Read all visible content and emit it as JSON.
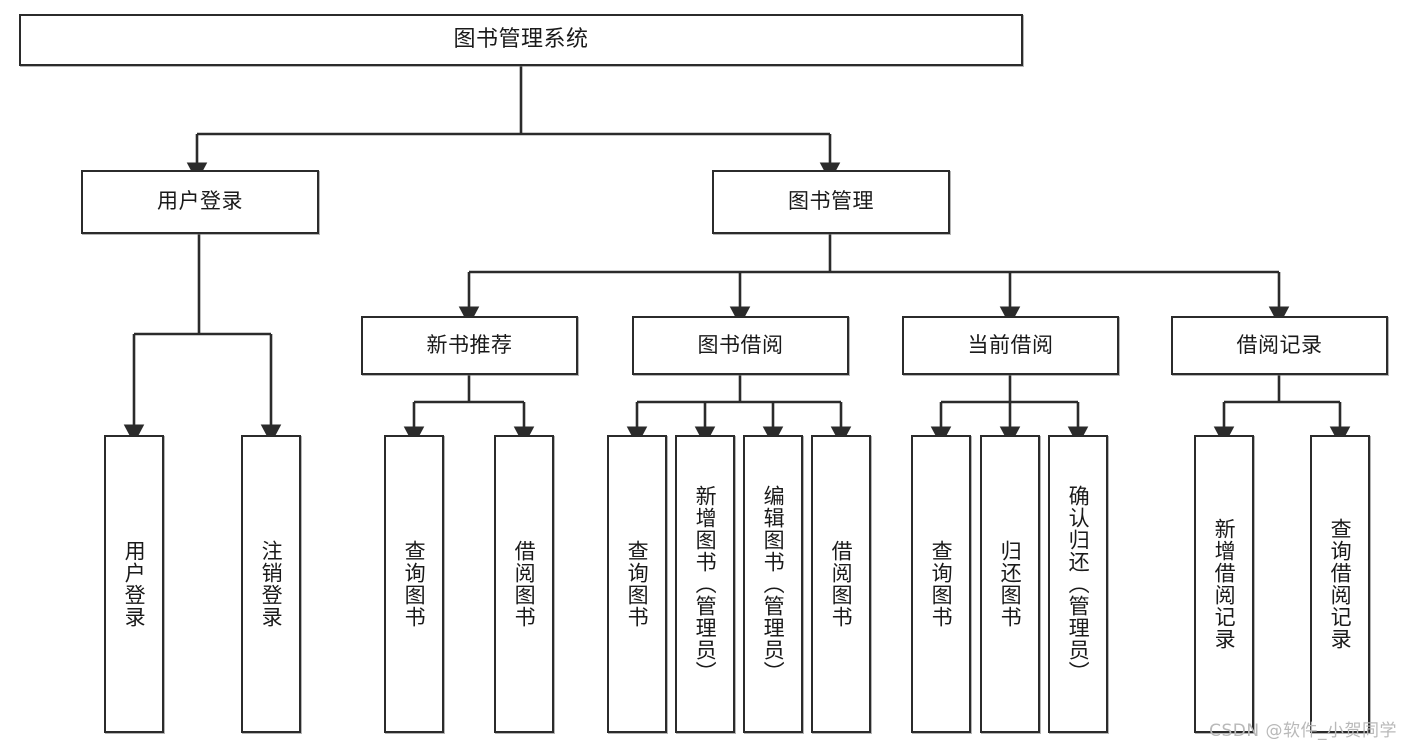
{
  "diagram": {
    "title": "图书管理系统",
    "type": "tree-hierarchy-diagram",
    "watermark": "CSDN @软件_小贺同学",
    "colors": {
      "background": "#ffffff",
      "box_border": "#2b2b2b",
      "box_fill": "#ffffff",
      "connector": "#2b2b2b",
      "text": "#1a1a1a",
      "watermark": "#b9b9b9"
    },
    "root": {
      "id": "root",
      "label": "图书管理系统"
    },
    "level2": [
      {
        "id": "user-login",
        "label": "用户登录"
      },
      {
        "id": "book-management",
        "label": "图书管理"
      }
    ],
    "level3": [
      {
        "id": "new-book-recommend",
        "label": "新书推荐"
      },
      {
        "id": "book-borrow",
        "label": "图书借阅"
      },
      {
        "id": "current-borrow",
        "label": "当前借阅"
      },
      {
        "id": "borrow-record",
        "label": "借阅记录"
      }
    ],
    "leaves": {
      "user_login": [
        {
          "id": "leaf-user-login",
          "label": "用户登录"
        },
        {
          "id": "leaf-logout-login",
          "label": "注销登录"
        }
      ],
      "new_book_recommend": [
        {
          "id": "leaf-query-book-1",
          "label": "查询图书"
        },
        {
          "id": "leaf-borrow-book-1",
          "label": "借阅图书"
        }
      ],
      "book_borrow": [
        {
          "id": "leaf-query-book-2",
          "label": "查询图书"
        },
        {
          "id": "leaf-add-book",
          "label": "新增图书（管理员）"
        },
        {
          "id": "leaf-edit-book",
          "label": "编辑图书（管理员）"
        },
        {
          "id": "leaf-borrow-book-2",
          "label": "借阅图书"
        }
      ],
      "current_borrow": [
        {
          "id": "leaf-query-book-3",
          "label": "查询图书"
        },
        {
          "id": "leaf-return-book",
          "label": "归还图书"
        },
        {
          "id": "leaf-confirm-return",
          "label": "确认归还（管理员）"
        }
      ],
      "borrow_record": [
        {
          "id": "leaf-add-record",
          "label": "新增借阅记录"
        },
        {
          "id": "leaf-query-record",
          "label": "查询借阅记录"
        }
      ]
    }
  }
}
